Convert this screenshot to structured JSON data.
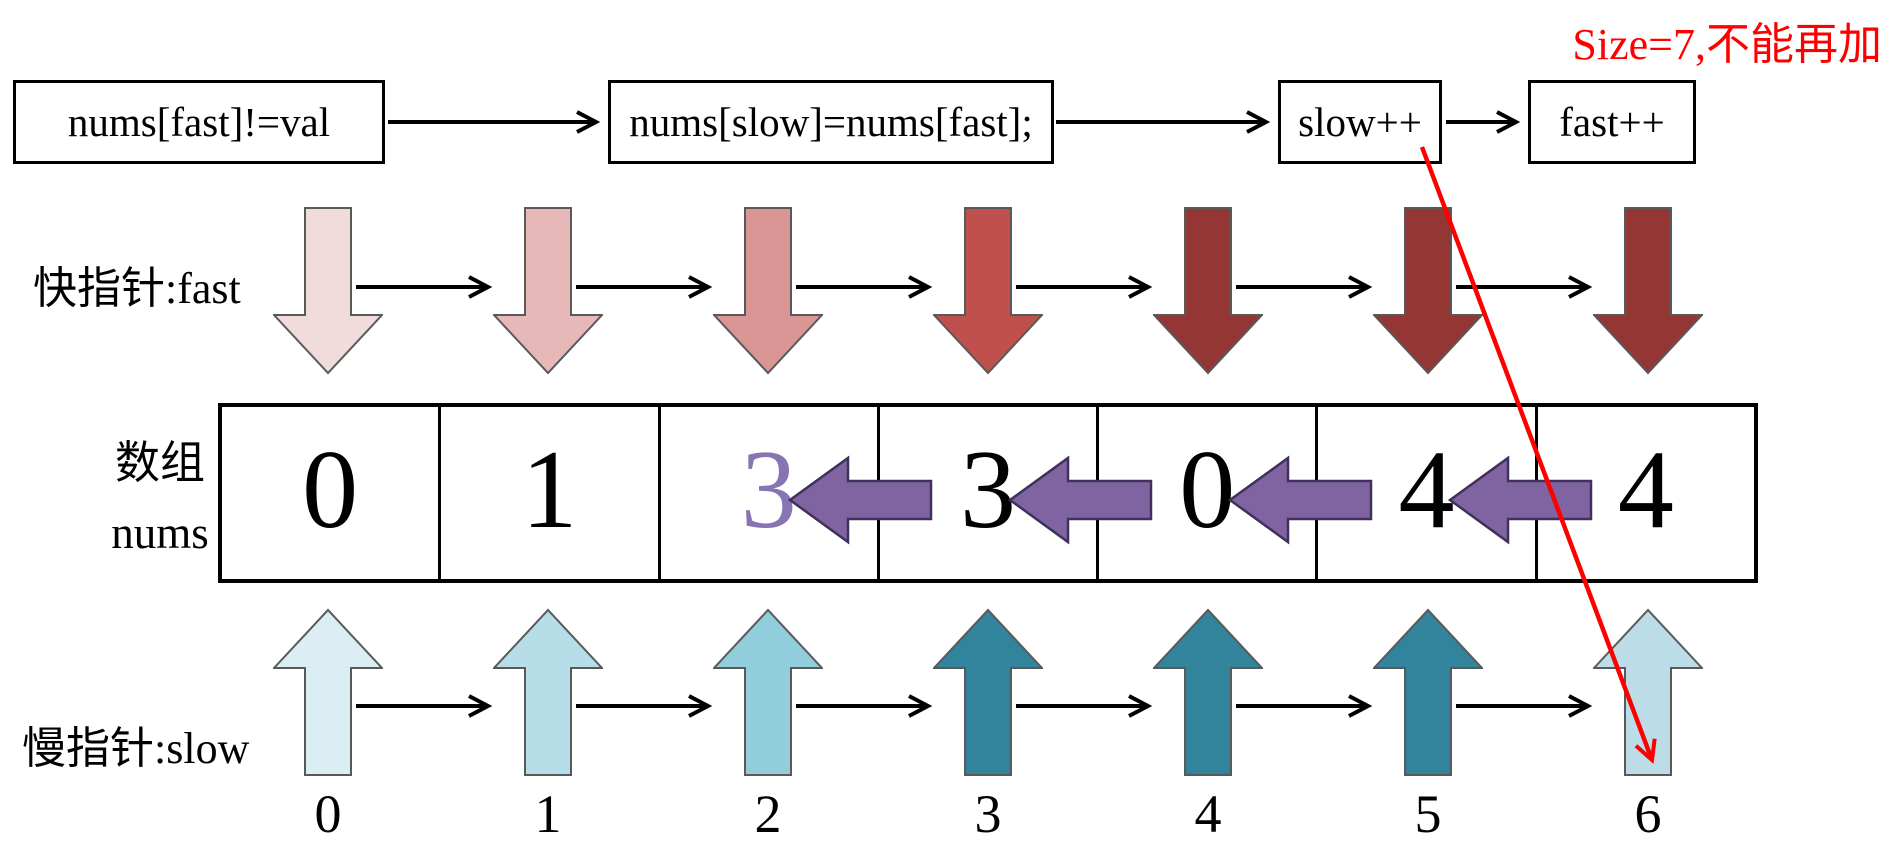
{
  "note": {
    "text": "Size=7,不能再加",
    "color": "#ff0000"
  },
  "flow": {
    "boxes": [
      {
        "label": "nums[fast]!=val"
      },
      {
        "label": "nums[slow]=nums[fast];"
      },
      {
        "label": "slow++"
      },
      {
        "label": "fast++"
      }
    ]
  },
  "fast_pointer": {
    "label": "快指针:fast",
    "arrow_colors": [
      "#f2dcdb",
      "#e6b9b8",
      "#d99694",
      "#c0504d",
      "#943634",
      "#943634",
      "#943634"
    ]
  },
  "slow_pointer": {
    "label": "慢指针:slow",
    "arrow_colors": [
      "#daeef3",
      "#b6dde8",
      "#92cddc",
      "#31849b",
      "#31849b",
      "#31849b",
      "#bcdde8"
    ]
  },
  "array": {
    "label_line1": "数组",
    "label_line2": "nums",
    "values": [
      "0",
      "1",
      "3",
      "3",
      "0",
      "4",
      "4"
    ],
    "highlight_index": 2,
    "highlight_color": "#8775b3",
    "copy_arrow_color": "#8064a2"
  },
  "indexes": [
    "0",
    "1",
    "2",
    "3",
    "4",
    "5",
    "6"
  ],
  "colors": {
    "connector": "#000000",
    "annotation_line": "#ff0000",
    "arrow_outline": "#595959",
    "copy_arrow_outline": "#40305c"
  }
}
